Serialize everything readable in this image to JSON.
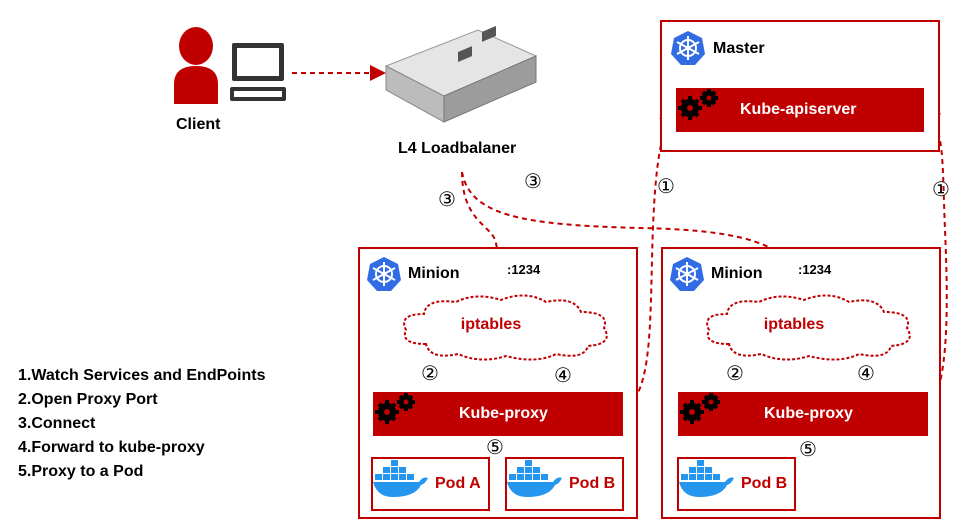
{
  "client": {
    "label": "Client"
  },
  "loadbalancer": {
    "label": "L4 Loadbalaner"
  },
  "master": {
    "title": "Master",
    "apiserver_label": "Kube-apiserver"
  },
  "minions": [
    {
      "title": "Minion",
      "port": ":1234",
      "iptables_label": "iptables",
      "proxy_label": "Kube-proxy",
      "pods": [
        {
          "label": "Pod A"
        },
        {
          "label": "Pod B"
        }
      ]
    },
    {
      "title": "Minion",
      "port": ":1234",
      "iptables_label": "iptables",
      "proxy_label": "Kube-proxy",
      "pods": [
        {
          "label": "Pod B"
        }
      ]
    }
  ],
  "step_markers": {
    "one": "①",
    "two": "②",
    "three": "③",
    "four": "④",
    "five": "⑤"
  },
  "legend": [
    "1.Watch Services and EndPoints",
    "2.Open Proxy Port",
    "3.Connect",
    "4.Forward to kube-proxy",
    "5.Proxy to a Pod"
  ],
  "colors": {
    "accent": "#c00000",
    "k8s_blue": "#326ce5",
    "docker_blue": "#2496ed"
  }
}
